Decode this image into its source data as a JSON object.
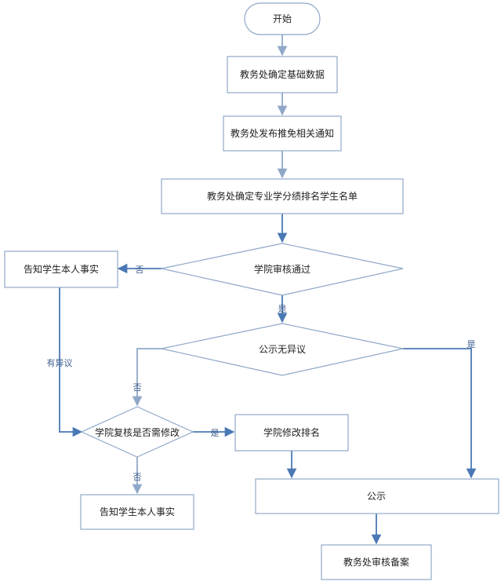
{
  "colors": {
    "stroke": "#8fa8c8",
    "edge": "#4a78b5",
    "edge_light": "#8fa8c8",
    "label": "#3f5f8f"
  },
  "nodes": {
    "start": "开始",
    "confirm_basic_data": "教务处确定基础数据",
    "publish_notice": "教务处发布推免相关通知",
    "confirm_ranking": "教务处确定专业学分绩排名学生名单",
    "college_review": "学院审核通过",
    "notify_student_1": "告知学生本人事实",
    "publicity_no_objection": "公示无异议",
    "college_recheck": "学院复核是否需修改",
    "college_modify_ranking": "学院修改排名",
    "publicity": "公示",
    "notify_student_2": "告知学生本人事实",
    "final_record": "教务处审核备案"
  },
  "edge_labels": {
    "review_no": "否",
    "review_yes": "是",
    "has_objection": "有异议",
    "publicity_yes": "是",
    "publicity_no": "否",
    "recheck_yes": "是",
    "recheck_no": "否"
  }
}
